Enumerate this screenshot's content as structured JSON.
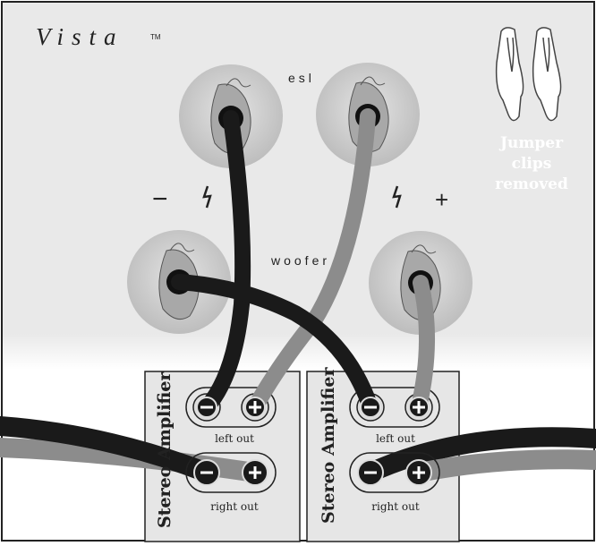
{
  "brand": {
    "name": "Vista",
    "mark": "TM"
  },
  "labels": {
    "esl": "esl",
    "woofer": "woofer",
    "minus": "−",
    "plus": "+",
    "jumper": [
      "Jumper",
      "clips",
      "removed"
    ]
  },
  "amplifiers": [
    {
      "title": "Stereo Amplifier",
      "left_out": "left out",
      "right_out": "right out"
    },
    {
      "title": "Stereo Amplifier",
      "left_out": "left out",
      "right_out": "right out"
    }
  ],
  "colors": {
    "panel": "#e9e9e9",
    "border": "#222222",
    "cable_black": "#1a1a1a",
    "cable_grey": "#8c8c8c",
    "binding_post": "#c9c9c9",
    "amp_panel": "#e6e6e6",
    "jumper_text": "#ffffff"
  }
}
